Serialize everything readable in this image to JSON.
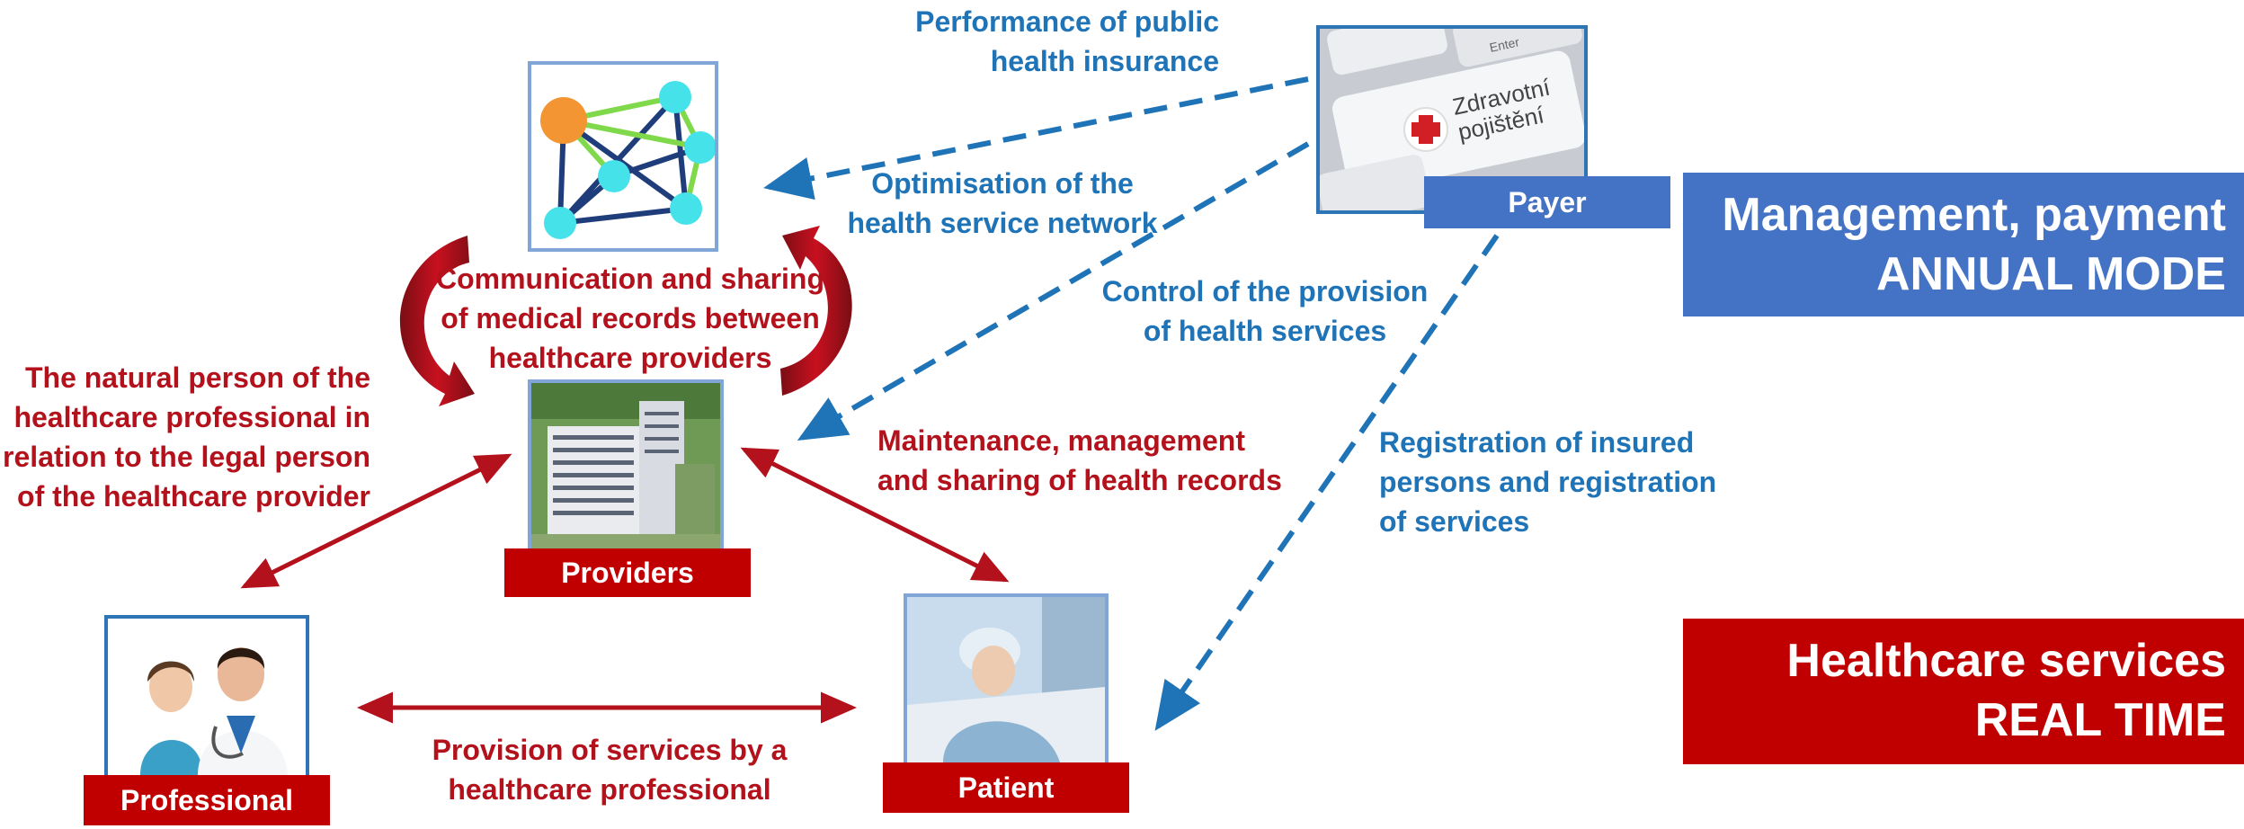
{
  "nodes": {
    "providers": "Providers",
    "professional": "Professional",
    "patient": "Patient",
    "payer": "Payer"
  },
  "payer_image_text": {
    "line1": "Zdravotní",
    "line2": "pojištění",
    "key_text": "Enter"
  },
  "labels": {
    "performance": [
      "Performance of public",
      "health insurance"
    ],
    "optimisation": [
      "Optimisation of the",
      "health service network"
    ],
    "control": [
      "Control of the provision",
      "of health services"
    ],
    "registration": [
      "Registration of insured",
      "persons and registration",
      "of services"
    ],
    "communication": [
      "Communication and sharing",
      "of medical records between",
      "healthcare providers"
    ],
    "natural_person": [
      "The natural person of the",
      "healthcare professional in",
      "relation to the legal person",
      "of the healthcare provider"
    ],
    "maintenance": [
      "Maintenance, management",
      "and sharing of health records"
    ],
    "provision": [
      "Provision of services by a",
      "healthcare professional"
    ]
  },
  "panels": {
    "management": [
      "Management, payment",
      "ANNUAL MODE"
    ],
    "healthcare": [
      "Healthcare services",
      "REAL TIME"
    ]
  },
  "colors": {
    "blue_text": "#1f73b7",
    "red_text": "#b3121c",
    "red_tag": "#c00000",
    "blue_tag": "#4472c4",
    "dashed_arrow": "#1f73b7",
    "solid_arrow": "#b3121c"
  }
}
